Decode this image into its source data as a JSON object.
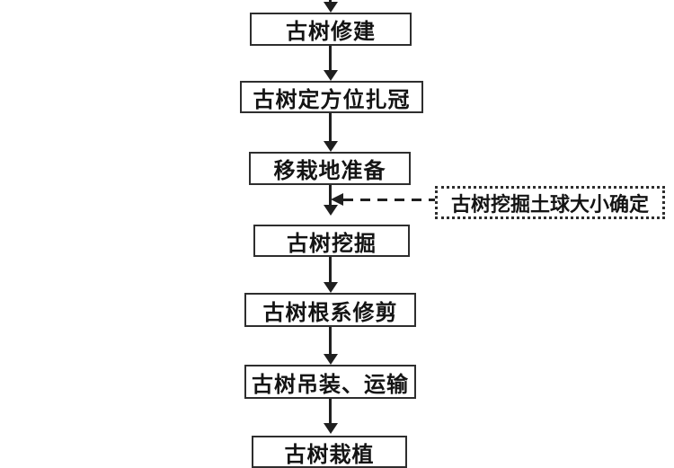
{
  "diagram": {
    "type": "flowchart",
    "direction": "top-to-bottom",
    "nodes": [
      {
        "label": "古树修建"
      },
      {
        "label": "古树定方位扎冠"
      },
      {
        "label": "移栽地准备"
      },
      {
        "label": "古树挖掘"
      },
      {
        "label": "古树根系修剪"
      },
      {
        "label": "古树吊装、运输"
      },
      {
        "label": "古树栽植"
      }
    ],
    "annotation": {
      "label": "古树挖掘土球大小确定",
      "border_style": "dotted",
      "points_to": "arrow between 移栽地准备 and 古树挖掘",
      "arrow_style": "dashed, left-pointing"
    },
    "edges": [
      {
        "from": "(off-screen above)",
        "to": "古树修建",
        "style": "solid-arrow"
      },
      {
        "from": "古树修建",
        "to": "古树定方位扎冠",
        "style": "solid-arrow"
      },
      {
        "from": "古树定方位扎冠",
        "to": "移栽地准备",
        "style": "solid-arrow"
      },
      {
        "from": "移栽地准备",
        "to": "古树挖掘",
        "style": "solid-arrow"
      },
      {
        "from": "古树挖掘",
        "to": "古树根系修剪",
        "style": "solid-arrow"
      },
      {
        "from": "古树根系修剪",
        "to": "古树吊装、运输",
        "style": "solid-arrow"
      },
      {
        "from": "古树吊装、运输",
        "to": "古树栽植",
        "style": "solid-arrow"
      },
      {
        "from": "古树挖掘土球大小确定",
        "to": "移栽地准备→古树挖掘 arrow",
        "style": "dashed-arrow"
      }
    ],
    "notes": "bottom node 古树栽植 is clipped by the image edge; top arrow enters from off-screen",
    "colors": {
      "background": "#ffffff",
      "line": "#1f1f1f",
      "box_border": "#2e2e2e",
      "text": "#141414"
    }
  }
}
